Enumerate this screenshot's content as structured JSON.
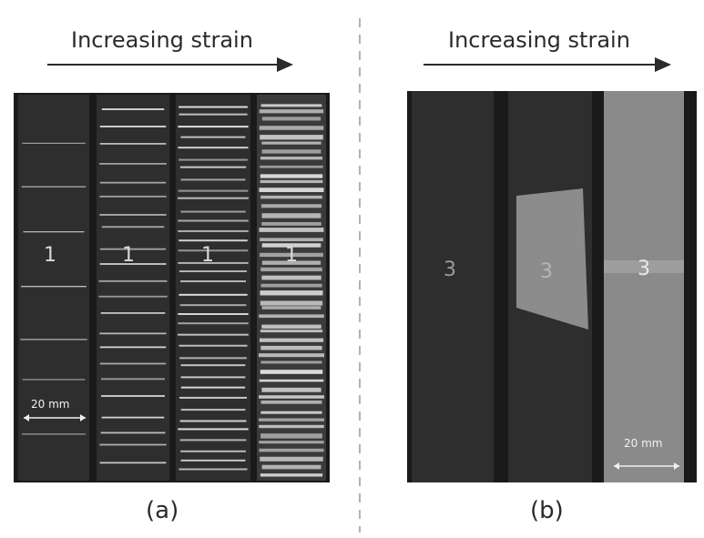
{
  "panel_a": {
    "header": "Increasing strain",
    "caption": "(a)",
    "scale_label": "20 mm",
    "specimen_label": "1",
    "specimen_count": 4
  },
  "panel_b": {
    "header": "Increasing strain",
    "caption": "(b)",
    "scale_label": "20 mm",
    "specimen_label": "3",
    "specimen_count": 3
  },
  "colors": {
    "background": "#ffffff",
    "specimen_dark": "#2e2e2e",
    "specimen_gray": "#8a8a8a",
    "crack_white": "#e8e8e8",
    "divider": "#9a9a9a"
  }
}
